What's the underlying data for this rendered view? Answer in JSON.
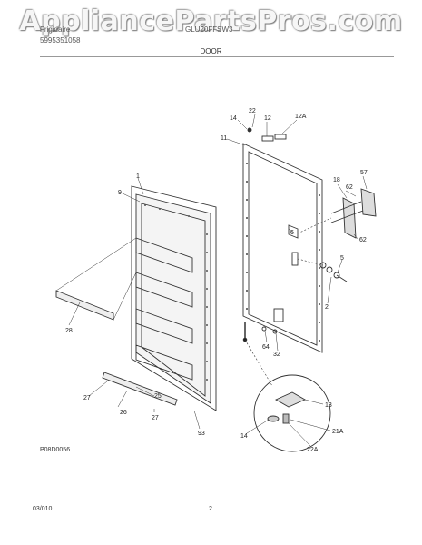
{
  "watermark": "AppliancePartsPros.com",
  "header": {
    "brand": "Frigidaire",
    "publication": "5995351058",
    "model": "GLU20FFSW3",
    "section_title": "DOOR"
  },
  "part_labels": {
    "p1": "1",
    "p9": "9",
    "p28": "28",
    "p27a": "27",
    "p25": "25",
    "p26": "26",
    "p27b": "27",
    "p93": "93",
    "p14a": "14",
    "p22": "22",
    "p12": "12",
    "p12a": "12A",
    "p11": "11",
    "p18": "18",
    "p57": "57",
    "p62a": "62",
    "p6": "6",
    "p62b": "62",
    "p5": "5",
    "p2": "2",
    "p64": "64",
    "p32": "32",
    "p13": "13",
    "p21a": "21A",
    "p14b": "14",
    "p22a": "22A"
  },
  "footer": {
    "drawing_code": "P08D0056",
    "date": "03/010",
    "page": "2"
  }
}
